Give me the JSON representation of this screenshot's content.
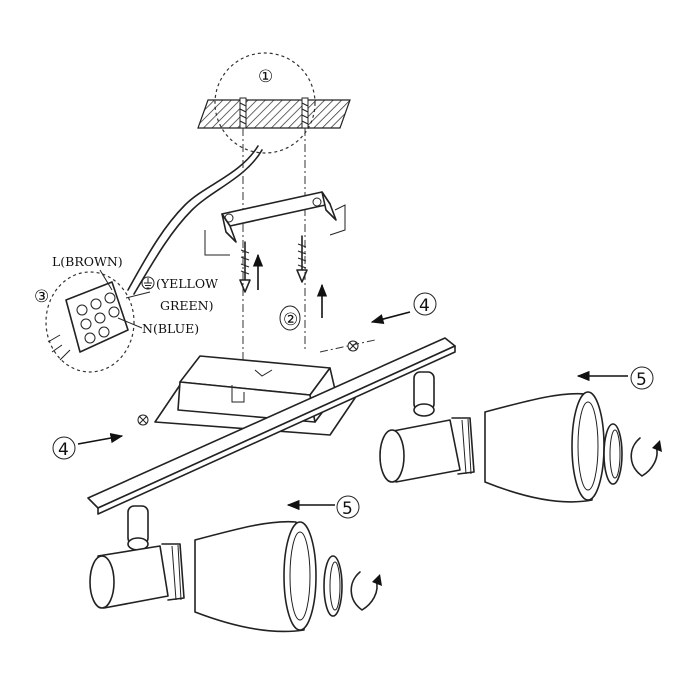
{
  "callouts": {
    "c1": "①",
    "c2": "②",
    "c3": "③",
    "c4a": "4",
    "c4b": "4",
    "c5a": "5",
    "c5b": "5"
  },
  "wires": {
    "live": "L(BROWN)",
    "earth_line1": "(YELLOW",
    "earth_line2": "GREEN)",
    "neutral": "N(BLUE)"
  },
  "icons": [
    "earth-ground-icon",
    "rotate-arrow-icon"
  ]
}
